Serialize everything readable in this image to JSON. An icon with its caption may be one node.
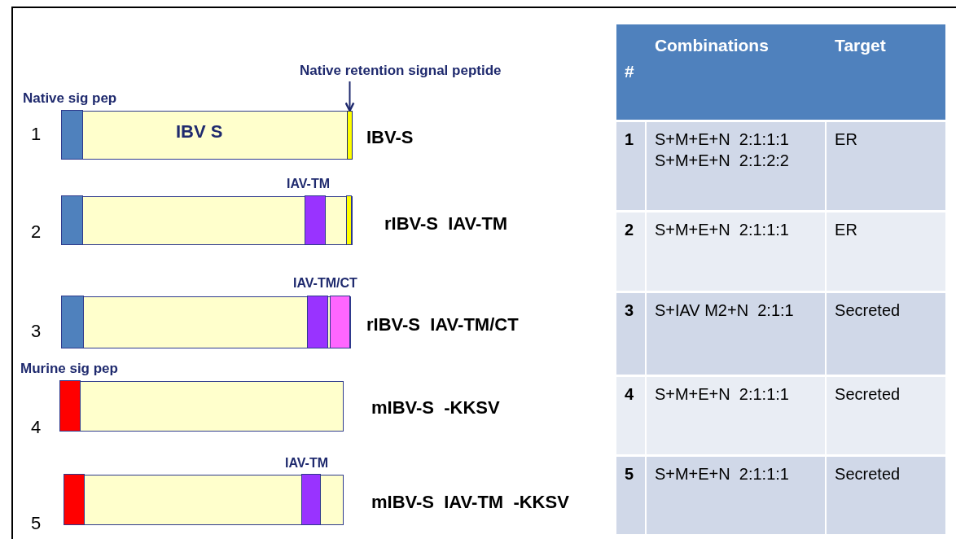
{
  "diagram": {
    "nodes": [
      {
        "text": [
          "Native retention signal peptide"
        ]
      },
      {
        "text": [
          "IBV S"
        ],
        "beside": [
          "IBV-S"
        ]
      },
      {
        "text": [],
        "shape": "bar",
        "in": 1
      },
      {
        "text": [],
        "shape": "bar",
        "beside": [
          "rIBV-S  IAV-TM"
        ]
      },
      {
        "text": [],
        "shape": "bar",
        "beside": [
          "rIBV-S  IAV-TM/CT"
        ]
      },
      {
        "text": [],
        "shape": "bar",
        "beside": [
          "mIBV-S  -KKSV"
        ]
      },
      {
        "text": [],
        "shape": "bar",
        "beside": [
          "mIBV-S  IAV-TM  -KKSV"
        ]
      }
    ],
    "edges": [
      {
        "from": 0,
        "to": 2,
        "arrow": "to"
      }
    ],
    "labels": [
      "Native sig pep",
      "1",
      "IAV-TM",
      "2",
      "IAV-TM/CT",
      "3",
      "Murine sig pep",
      "4",
      "IAV-TM",
      "5",
      "#",
      "Combinations",
      "Target",
      "1",
      "S+M+E+N  2:1:1:1",
      "S+M+E+N  2:1:2:2",
      "ER",
      "2",
      "S+M+E+N  2:1:1:1",
      "ER",
      "3",
      "S+IAV M2+N  2:1:1",
      "Secreted",
      "4",
      "S+M+E+N  2:1:1:1",
      "Secreted",
      "5",
      "S+M+E+N  2:1:1:1",
      "Secreted"
    ]
  }
}
